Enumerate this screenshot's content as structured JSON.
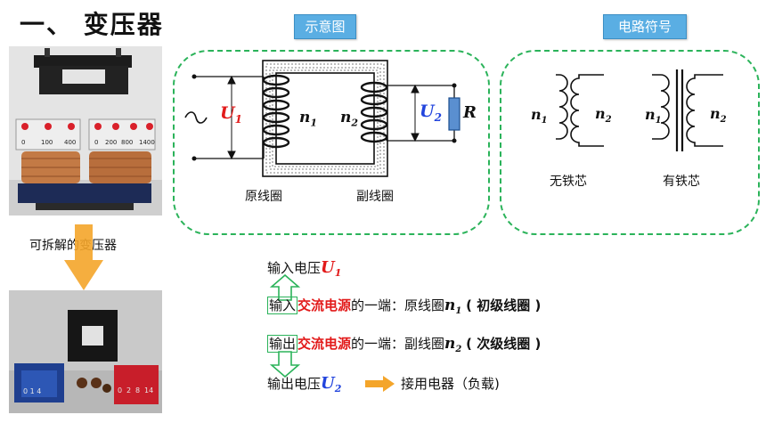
{
  "title": "一、 变压器",
  "photo_caption": "可拆解的变压器",
  "meter_scale_left": [
    "0",
    "100",
    "400"
  ],
  "meter_scale_right": [
    "0",
    "200",
    "800",
    "1400"
  ],
  "terminal_numbers": [
    "0",
    "2",
    "8",
    "14"
  ],
  "schematic_badge": "示意图",
  "symbol_badge": "电路符号",
  "schematic": {
    "u1_label": "U",
    "u1_sub": "1",
    "n1_label": "n",
    "n1_sub": "1",
    "n2_label": "n",
    "n2_sub": "2",
    "u2_label": "U",
    "u2_sub": "2",
    "r_label": "R",
    "primary_label": "原线圈",
    "secondary_label": "副线圈"
  },
  "symbols": {
    "left_n1": "n",
    "left_n1_sub": "1",
    "left_n2": "n",
    "left_n2_sub": "2",
    "right_n1": "n",
    "right_n1_sub": "1",
    "right_n2": "n",
    "right_n2_sub": "2",
    "no_core_label": "无铁芯",
    "iron_core_label": "有铁芯"
  },
  "lines": {
    "l1_text": "输入电压",
    "l1_var": "U",
    "l1_sub": "1",
    "l2_a": "输入",
    "l2_b": "交流电源",
    "l2_c": "的一端：原线圈",
    "l2_var": "n",
    "l2_sub": "1",
    "l2_d": "( 初级线圈 )",
    "l3_a": "输出",
    "l3_b": "交流电源",
    "l3_c": "的一端：副线圈",
    "l3_var": "n",
    "l3_sub": "2",
    "l3_d": "( 次级线圈 )",
    "l4_text": "输出电压",
    "l4_var": "U",
    "l4_sub": "2",
    "l4_tail": "接用电器（负载)"
  },
  "colors": {
    "accent_red": "#e21a1a",
    "accent_blue": "#2244dd",
    "dash_green": "#2bb35a",
    "badge_blue": "#5aaee3",
    "arrow_orange": "#f4a52a"
  }
}
